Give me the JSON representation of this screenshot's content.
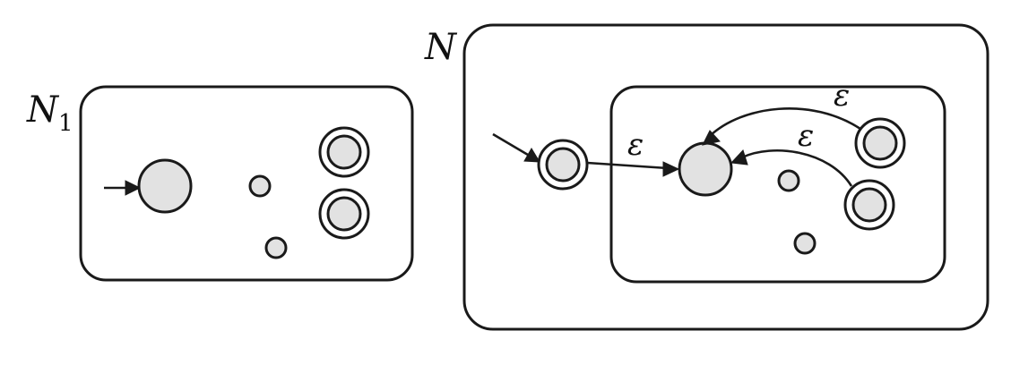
{
  "machines": {
    "n1": {
      "name": "N",
      "subscript": "1"
    },
    "n": {
      "name": "N"
    }
  },
  "edges": {
    "start_to_old_start": "ε",
    "accept_top_back": "ε",
    "accept_bottom_back": "ε"
  },
  "colors": {
    "stroke": "#1a1a1a",
    "state_fill": "#e2e2e2",
    "background": "#ffffff"
  }
}
